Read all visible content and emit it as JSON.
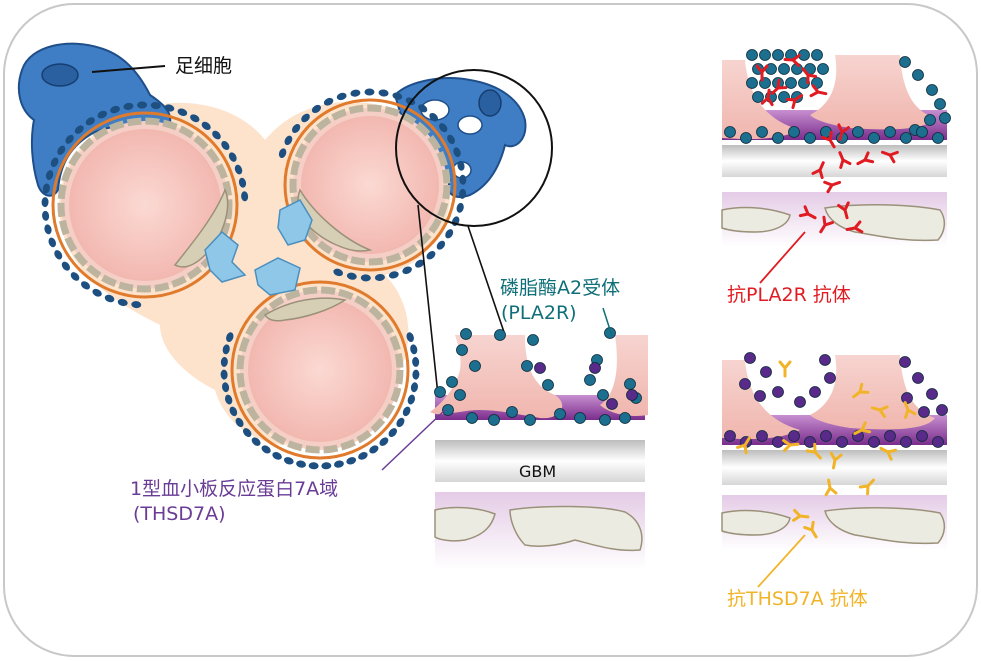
{
  "labels": {
    "podocyte": "足细胞",
    "pla2r_name": "磷脂酶A2受体",
    "pla2r_abbr": "(PLA2R)",
    "thsd7a_name": "1型血小板反应蛋白7A域",
    "thsd7a_abbr": "(THSD7A)",
    "gbm": "GBM",
    "anti_pla2r": "抗PLA2R 抗体",
    "anti_thsd7a": "抗THSD7A 抗体"
  },
  "colors": {
    "pla2r_dot": "#1d6f8f",
    "thsd7a_dot": "#5a2a8a",
    "anti_pla2r": "#e11b22",
    "anti_thsd7a": "#f1b428",
    "podocyte": "#3f7ec4",
    "capillary_wall": "#e07a2c",
    "lumen": "#f7c9c3"
  }
}
